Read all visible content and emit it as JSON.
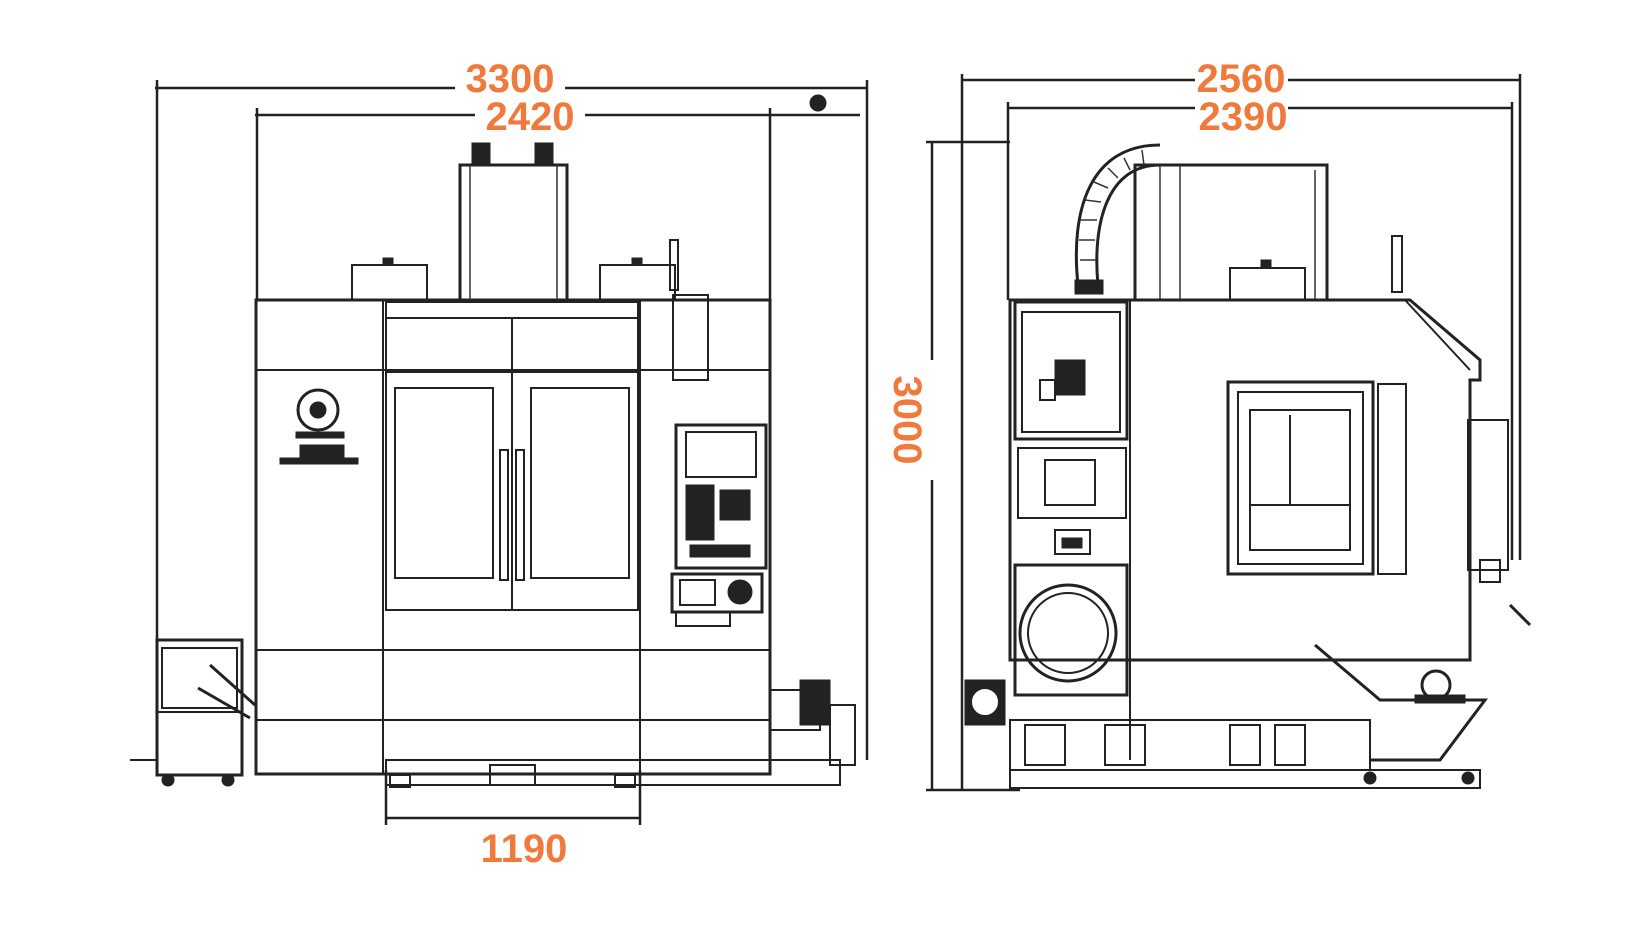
{
  "dimensions": {
    "front_overall_width": "3300",
    "front_body_width": "2420",
    "front_base_width": "1190",
    "side_overall_depth": "2560",
    "side_body_depth": "2390",
    "overall_height": "3000"
  },
  "colors": {
    "dimension_text": "#f07a3c",
    "line": "#222222",
    "background": "#ffffff"
  }
}
